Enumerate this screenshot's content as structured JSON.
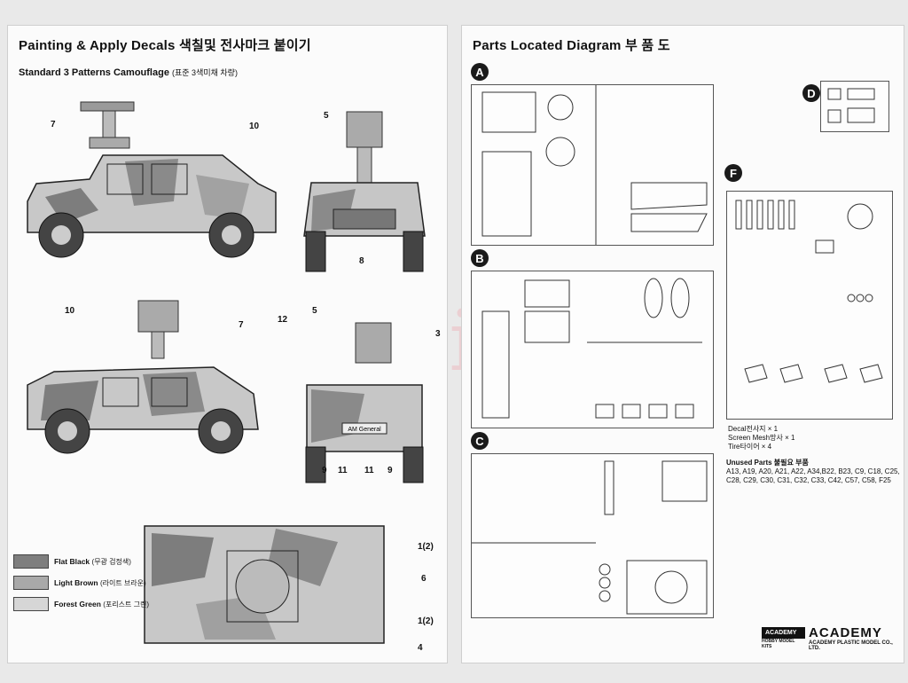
{
  "left": {
    "title": "Painting & Apply Decals",
    "title_kr": "색칠및 전사마크 붙이기",
    "subtitle": "Standard 3 Patterns Camouflage",
    "subtitle_kr": "(표준 3색미채 차량)",
    "callouts": {
      "side1": [
        "7",
        "10"
      ],
      "front1": [
        "5",
        "8"
      ],
      "side2": [
        "10",
        "7"
      ],
      "rear": [
        "12",
        "5",
        "3",
        "9",
        "11",
        "11",
        "9"
      ],
      "top": [
        "1(2)",
        "6",
        "1(2)",
        "4"
      ]
    },
    "rear_plate": "AM General",
    "colors": [
      {
        "name": "Flat Black",
        "kr": "(무광 검정색)",
        "hex": "#7e7e7e"
      },
      {
        "name": "Light Brown",
        "kr": "(라이트 브라운)",
        "hex": "#a9a9a9"
      },
      {
        "name": "Forest Green",
        "kr": "(포리스트 그린)",
        "hex": "#d6d6d6"
      }
    ]
  },
  "right": {
    "title": "Parts Located Diagram",
    "title_kr": "부 품 도",
    "sprues": {
      "A": "A",
      "B": "B",
      "C": "C",
      "D": "D",
      "F": "F"
    },
    "notes": {
      "decal": "Decal전사지 × 1",
      "mesh": "Screen Mesh망사 × 1",
      "tire": "Tire타이어 × 4"
    },
    "unused_title": "Unused Parts 불필요 부품",
    "unused_list": "A13, A19, A20, A21, A22, A34,B22, B23, C9, C18, C25, C28, C29, C30, C31, C32, C33, C42, C57, C58, F25",
    "logo_box": "ACADEMY",
    "logo_sub": "HOBBY MODEL KITS",
    "brand": "ACADEMY",
    "brand_sub": "ACADEMY PLASTIC MODEL CO., LTD."
  },
  "watermark": "modelarkit.cz"
}
